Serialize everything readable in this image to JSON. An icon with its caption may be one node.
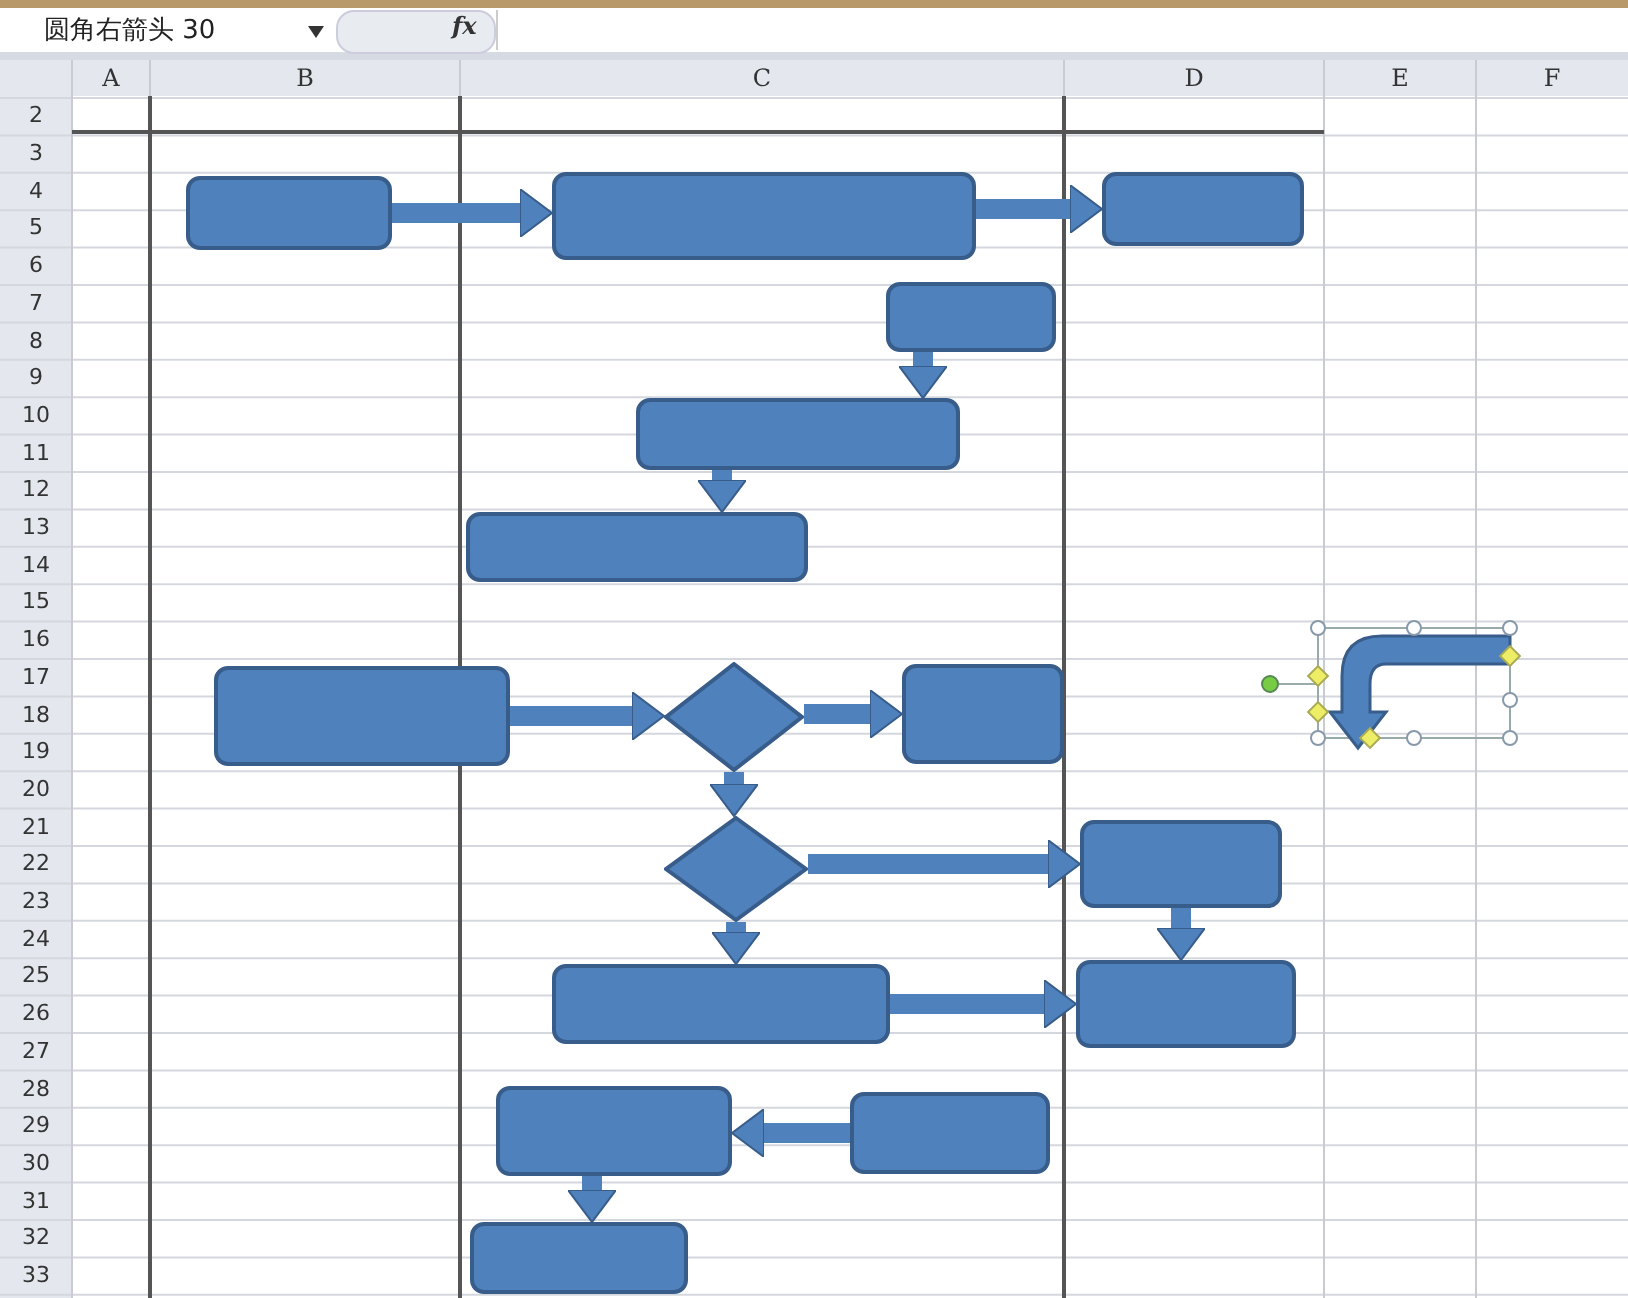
{
  "diagram": {
    "nodes": [
      {
        "text": [],
        "shape": "box"
      },
      {
        "text": [],
        "shape": "box"
      },
      {
        "text": [],
        "shape": "box"
      },
      {
        "text": [],
        "shape": "box"
      },
      {
        "text": [],
        "shape": "box"
      },
      {
        "text": [],
        "shape": "box"
      },
      {
        "text": [],
        "shape": "box"
      },
      {
        "text": [],
        "shape": "diamond"
      },
      {
        "text": [],
        "shape": "box"
      },
      {
        "text": [],
        "shape": "diamond"
      },
      {
        "text": [],
        "shape": "box"
      },
      {
        "text": [],
        "shape": "box"
      },
      {
        "text": [],
        "shape": "box"
      },
      {
        "text": [],
        "shape": "box"
      },
      {
        "text": [],
        "shape": "box"
      },
      {
        "text": [],
        "shape": "box"
      }
    ],
    "edges": [
      {
        "from": 0,
        "to": 1,
        "arrow": "to"
      },
      {
        "from": 1,
        "to": 2,
        "arrow": "to"
      },
      {
        "from": 3,
        "to": 4,
        "arrow": "to"
      },
      {
        "from": 4,
        "to": 5,
        "arrow": "to"
      },
      {
        "from": 6,
        "to": 7,
        "arrow": "to"
      },
      {
        "from": 7,
        "to": 8,
        "arrow": "to"
      },
      {
        "from": 7,
        "to": 9,
        "arrow": "to"
      },
      {
        "from": 9,
        "to": 10,
        "arrow": "to"
      },
      {
        "from": 9,
        "to": 11,
        "arrow": "to"
      },
      {
        "from": 10,
        "to": 12,
        "arrow": "to"
      },
      {
        "from": 11,
        "to": 12,
        "arrow": "to"
      },
      {
        "from": 14,
        "to": 13,
        "arrow": "to"
      },
      {
        "from": 13,
        "to": 15,
        "arrow": "to"
      }
    ],
    "labels": [
      "圆角右箭头 30",
      "fx",
      "A",
      "B",
      "C",
      "D",
      "E",
      "F",
      "2",
      "3",
      "4",
      "5",
      "6",
      "7",
      "8",
      "9",
      "10",
      "11",
      "12",
      "13",
      "14",
      "15",
      "16",
      "17",
      "18",
      "19",
      "20",
      "21",
      "22",
      "23",
      "24",
      "25",
      "26",
      "27",
      "28",
      "29",
      "30",
      "31",
      "32",
      "33"
    ]
  }
}
